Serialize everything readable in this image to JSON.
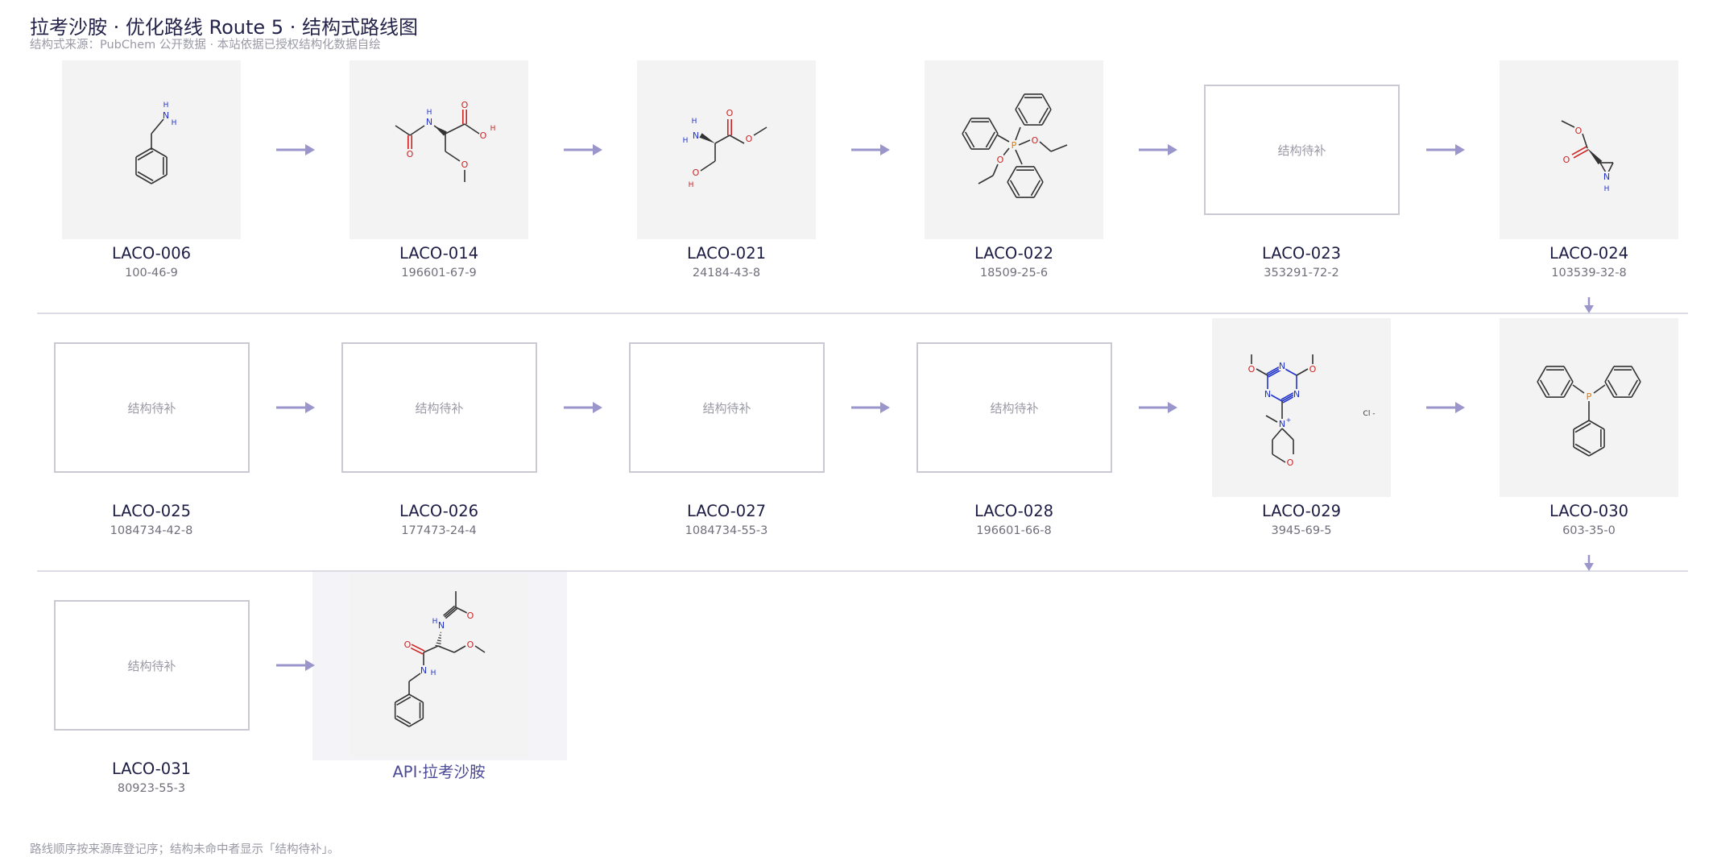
{
  "header": {
    "title": "拉考沙胺 · 优化路线 Route 5 · 结构式路线图",
    "subtitle": "结构式来源：PubChem 公开数据 · 本站依据已授权结构化数据自绘"
  },
  "placeholder_label": "结构待补",
  "rows": [
    [
      {
        "id": "LACO-006",
        "cas": "100-46-9",
        "structure": "benzylamine"
      },
      {
        "id": "LACO-014",
        "cas": "196601-67-9",
        "structure": "N-acetyl-O-methyl-D-serine"
      },
      {
        "id": "LACO-021",
        "cas": "24184-43-8",
        "structure": "D-serine methyl ester"
      },
      {
        "id": "LACO-022",
        "cas": "18509-25-6",
        "structure": "diethoxytriphenylphosphorane"
      },
      {
        "id": "LACO-023",
        "cas": "353291-72-2",
        "structure": ""
      },
      {
        "id": "LACO-024",
        "cas": "103539-32-8",
        "structure": "methyl aziridine-2-carboxylate"
      }
    ],
    [
      {
        "id": "LACO-025",
        "cas": "1084734-42-8",
        "structure": ""
      },
      {
        "id": "LACO-026",
        "cas": "177473-24-4",
        "structure": ""
      },
      {
        "id": "LACO-027",
        "cas": "1084734-55-3",
        "structure": ""
      },
      {
        "id": "LACO-028",
        "cas": "196601-66-8",
        "structure": ""
      },
      {
        "id": "LACO-029",
        "cas": "3945-69-5",
        "structure": "DMTMM"
      },
      {
        "id": "LACO-030",
        "cas": "603-35-0",
        "structure": "triphenylphosphine"
      }
    ],
    [
      {
        "id": "LACO-031",
        "cas": "80923-55-3",
        "structure": ""
      }
    ]
  ],
  "api": {
    "label": "API·拉考沙胺",
    "structure": "lacosamide"
  },
  "footer": "路线顺序按来源库登记序；结构未命中者显示「结构待补」。",
  "icons": {
    "step_arrow": "right-arrow-icon",
    "row_wrap": "down-arrow-icon"
  },
  "colors": {
    "arrow": "#9a96cc",
    "nitrogen": "#2233cc",
    "oxygen": "#cc2222",
    "phosphorus": "#e07800",
    "bond": "#333333",
    "placeholder_border": "#c9c9d4"
  }
}
